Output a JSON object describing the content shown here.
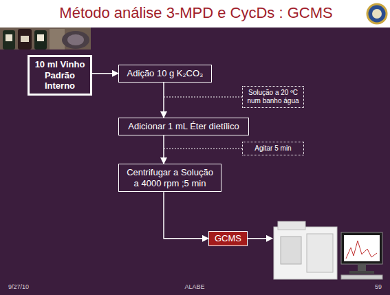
{
  "diagram": {
    "title": "Método análise 3-MPD e CycDs : GCMS",
    "nodes": [
      {
        "text": [
          "10 ml Vinho Padrão Interno"
        ]
      },
      {
        "text": [
          "Adição 10 g K₂CO₃"
        ]
      },
      {
        "text": [
          "Solução a 20 ºC num banho água"
        ]
      },
      {
        "text": [
          "Adicionar 1 mL Éter dietílico"
        ]
      },
      {
        "text": [
          "Agitar 5 min"
        ]
      },
      {
        "text": [
          "Centrifugar a Solução a 4000 rpm ;5 min"
        ]
      },
      {
        "text": [
          "GCMS"
        ]
      }
    ],
    "edges": [
      {
        "from": 0,
        "to": 1,
        "arrow": "to"
      },
      {
        "from": 1,
        "to": 3,
        "arrow": "to"
      },
      {
        "from": 3,
        "to": 5,
        "arrow": "to"
      },
      {
        "from": 5,
        "to": 6,
        "arrow": "to"
      }
    ],
    "labels": [
      "9/27/10",
      "ALABE",
      "59"
    ]
  }
}
